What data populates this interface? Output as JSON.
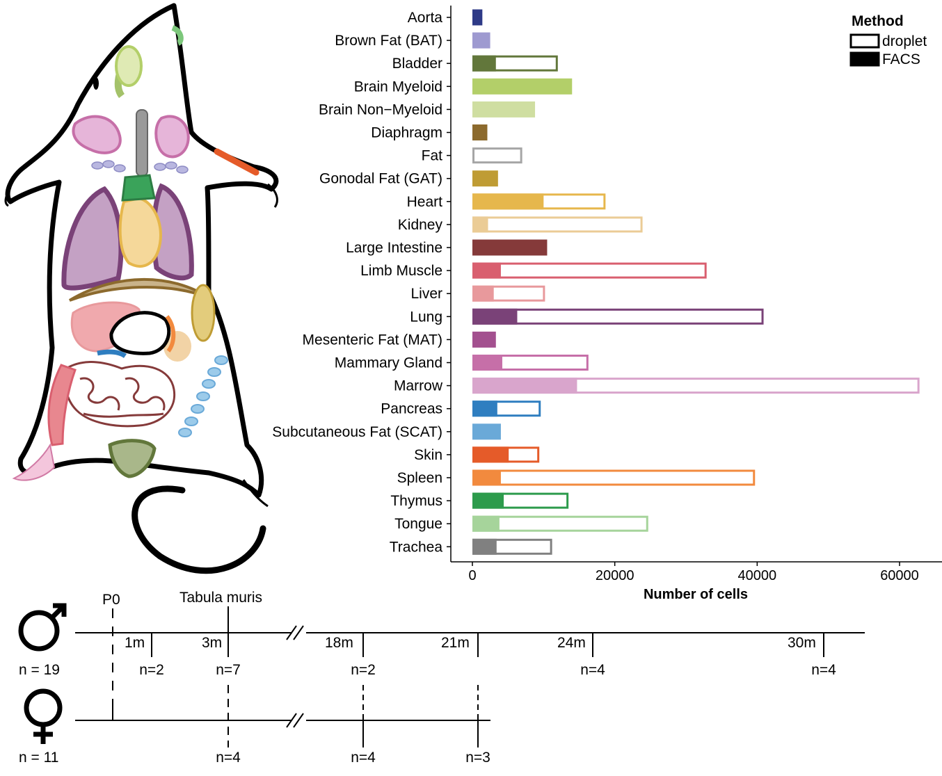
{
  "chart_data": {
    "type": "bar",
    "orientation": "horizontal",
    "xlabel": "Number of cells",
    "xlim": [
      0,
      63500
    ],
    "xticks": [
      0,
      20000,
      40000,
      60000
    ],
    "legend": {
      "title": "Method",
      "placement": "top-right",
      "entries": [
        "droplet",
        "FACS"
      ]
    },
    "categories": [
      "Aorta",
      "Brown Fat (BAT)",
      "Bladder",
      "Brain Myeloid",
      "Brain Non−Myeloid",
      "Diaphragm",
      "Fat",
      "Gonodal Fat (GAT)",
      "Heart",
      "Kidney",
      "Large Intestine",
      "Limb Muscle",
      "Liver",
      "Lung",
      "Mesenteric Fat (MAT)",
      "Mammary Gland",
      "Marrow",
      "Pancreas",
      "Subcutaneous Fat (SCAT)",
      "Skin",
      "Spleen",
      "Thymus",
      "Tongue",
      "Trachea"
    ],
    "colors": [
      "#2e3a87",
      "#9e9ad0",
      "#62773b",
      "#b3cf69",
      "#cfdea1",
      "#8c6a2d",
      "#a6a6a6",
      "#bf9c34",
      "#e6b74c",
      "#ebcc96",
      "#853a3a",
      "#d95f6f",
      "#e8999c",
      "#7a4278",
      "#a3508f",
      "#c66fa8",
      "#d9a5cc",
      "#2f7ec0",
      "#6aa9d8",
      "#e55b29",
      "#f28a3e",
      "#2d9b4c",
      "#a6d49b",
      "#808080"
    ],
    "series": [
      {
        "name": "FACS",
        "values": [
          1400,
          2500,
          3300,
          14000,
          8800,
          2100,
          0,
          3600,
          10000,
          2200,
          10500,
          4000,
          3000,
          6300,
          3300,
          4200,
          14700,
          3500,
          4000,
          5100,
          4000,
          4400,
          3800,
          3400
        ]
      },
      {
        "name": "droplet",
        "values": [
          0,
          0,
          12000,
          0,
          0,
          0,
          7000,
          0,
          18700,
          23900,
          0,
          32900,
          10200,
          40900,
          0,
          16300,
          62800,
          9600,
          0,
          9400,
          39700,
          13500,
          24700,
          11200
        ]
      }
    ]
  },
  "timeline": {
    "top_labels": [
      "P0",
      "Tabula muris"
    ],
    "time_labels": [
      "1m",
      "3m",
      "18m",
      "21m",
      "24m",
      "30m"
    ],
    "male": {
      "n_label": "n = 19",
      "counts": [
        "n=2",
        "n=7",
        "n=2",
        "n=4",
        "n=4"
      ]
    },
    "female": {
      "n_label": "n = 11",
      "counts": [
        "n=4",
        "n=4",
        "n=3"
      ]
    }
  }
}
